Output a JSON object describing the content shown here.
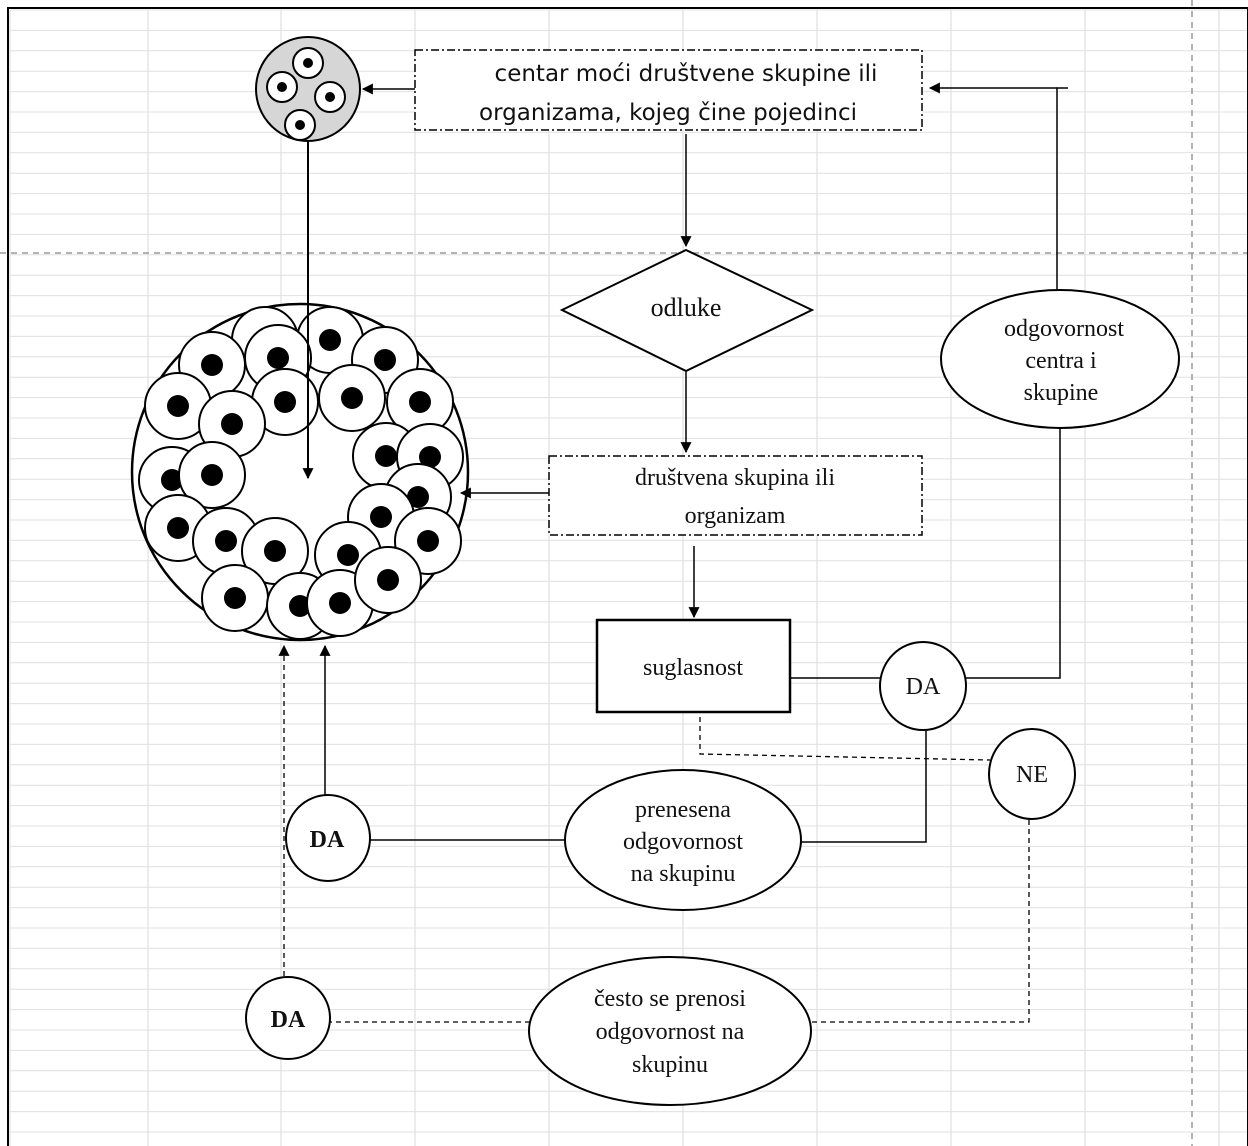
{
  "center_of_power": {
    "line1": "centar moći društvene skupine ili",
    "line2": "organizama, kojeg čine pojedinci"
  },
  "decisions": {
    "label": "odluke"
  },
  "social_group": {
    "line1": "društvena skupina ili",
    "line2": "organizam"
  },
  "agreement": {
    "label": "suglasnost"
  },
  "yes_agreement": {
    "label": "DA"
  },
  "no_agreement": {
    "label": "NE"
  },
  "responsibility_center_group": {
    "line1": "odgovornost",
    "line2": "centra i",
    "line3": "skupine"
  },
  "transferred_responsibility": {
    "line1": "prenesena",
    "line2": "odgovornost",
    "line3": "na skupinu"
  },
  "yes_transferred": {
    "label": "DA"
  },
  "often_transferred": {
    "line1": "često se prenosi",
    "line2": "odgovornost na",
    "line3": "skupinu"
  },
  "yes_often": {
    "label": "DA"
  },
  "colors": {
    "stroke": "#000000",
    "grid": "#d9d9d9",
    "small_cluster_fill": "#d6d6d6",
    "page_break": "#9a9a9a"
  }
}
